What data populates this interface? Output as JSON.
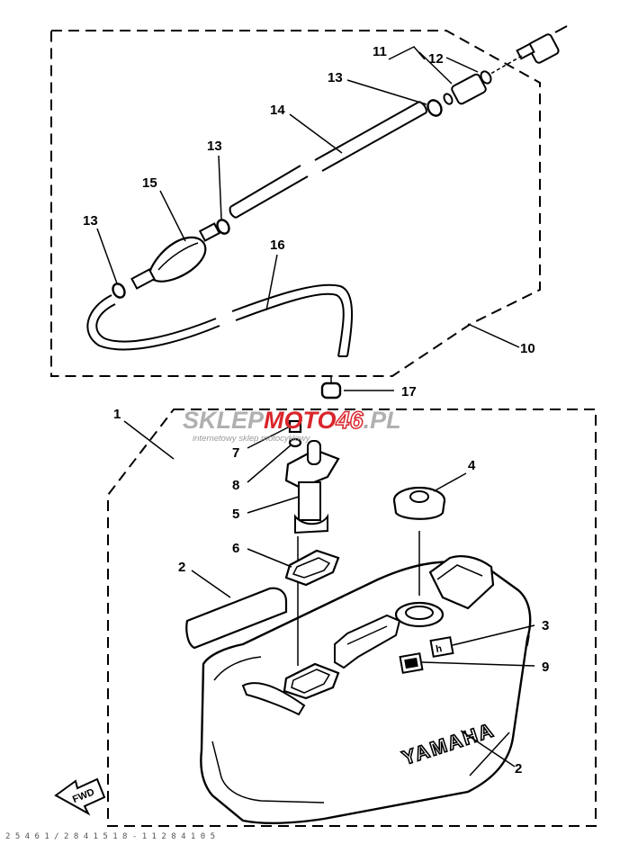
{
  "diagram": {
    "callouts": {
      "n1": "1",
      "n2a": "2",
      "n2b": "2",
      "n3": "3",
      "n4": "4",
      "n5": "5",
      "n6": "6",
      "n7": "7",
      "n8": "8",
      "n9": "9",
      "n10": "10",
      "n11": "11",
      "n12": "12",
      "n13a": "13",
      "n13b": "13",
      "n13c": "13",
      "n14": "14",
      "n15": "15",
      "n16": "16",
      "n17": "17"
    },
    "tank_brand": "YAMAHA",
    "fwd_label": "FWD",
    "footer_code": "2 5 4 6 1 / 2 8 4 1 5 1 8 - 1 1 2 8 4 1 0 5"
  },
  "watermark": {
    "part1": "SKLEP",
    "part2": "MOTO",
    "part3": "46",
    "part4": ".PL",
    "tagline": "internetowy sklep motocyklowy",
    "colors": {
      "gray": "#b0b0b0",
      "red": "#d9262c"
    }
  }
}
